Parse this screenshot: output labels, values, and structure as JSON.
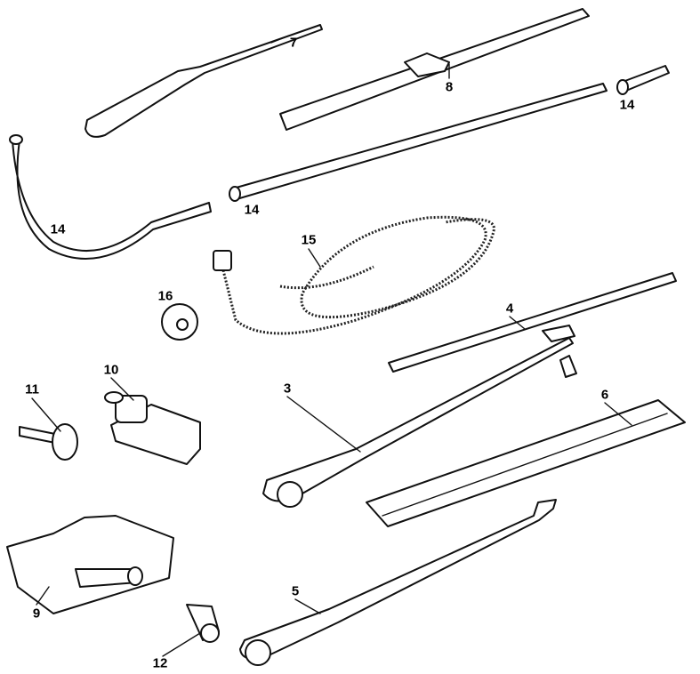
{
  "diagram": {
    "labels": {
      "wiper_arm_upper": "7",
      "wiper_blade_upper": "8",
      "tube_right": "14",
      "tube_left": "14",
      "tube_middle": "14",
      "drive_cable": "15",
      "grommet": "16",
      "wiper_blade_lower": "4",
      "wiper_arm_lower": "3",
      "wheelbox": "10",
      "spindle_nut": "11",
      "blade_insert": "6",
      "motor": "9",
      "wiper_arm_bent": "5",
      "spindle_cap": "12"
    }
  }
}
